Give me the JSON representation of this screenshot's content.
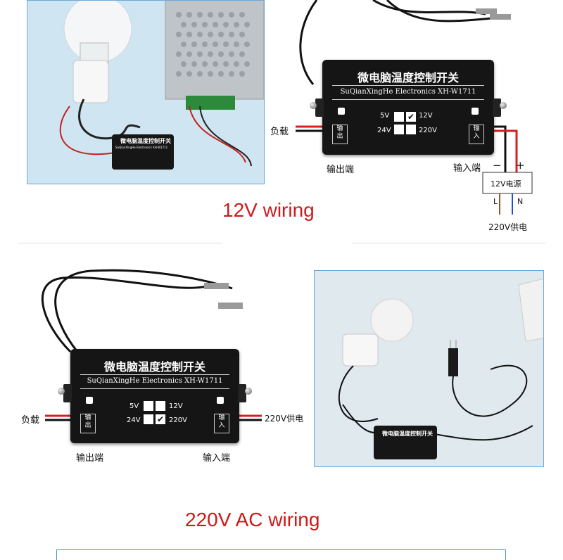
{
  "top": {
    "controller": {
      "title": "微电脑温度控制开关",
      "subtitle": "SuQianXingHe Electronics  XH-W1711",
      "v5": "5V",
      "v12": "12V",
      "v24": "24V",
      "v220": "220V",
      "checkmark": "✔",
      "port_out": "输\n出",
      "port_in": "输\n入"
    },
    "load_label": "负载",
    "output_terminal_label": "输出端",
    "input_terminal_label": "输入端",
    "minus": "−",
    "plus": "+",
    "psu_label": "12V电源",
    "L": "L",
    "N": "N",
    "mains_label": "220V供电",
    "photo_mini_title": "微电脑温度控制开关",
    "photo_mini_sub": "SuQianXingHe Electronics XH-W1711",
    "caption": "12V wiring"
  },
  "bottom": {
    "controller": {
      "title": "微电脑温度控制开关",
      "subtitle": "SuQianXingHe Electronics  XH-W1711",
      "v5": "5V",
      "v12": "12V",
      "v24": "24V",
      "v220": "220V",
      "checkmark": "✔",
      "port_out": "输\n出",
      "port_in": "输\n入"
    },
    "load_label": "负载",
    "mains_label": "220V供电",
    "output_terminal_label": "输出端",
    "input_terminal_label": "输入端",
    "photo_mini_title": "微电脑温度控制开关",
    "caption": "220V AC wiring"
  },
  "colors": {
    "caption_red": "#d11818",
    "photo_border": "#6fa8d6",
    "box_black": "#151515",
    "wire_red": "#d42020"
  }
}
